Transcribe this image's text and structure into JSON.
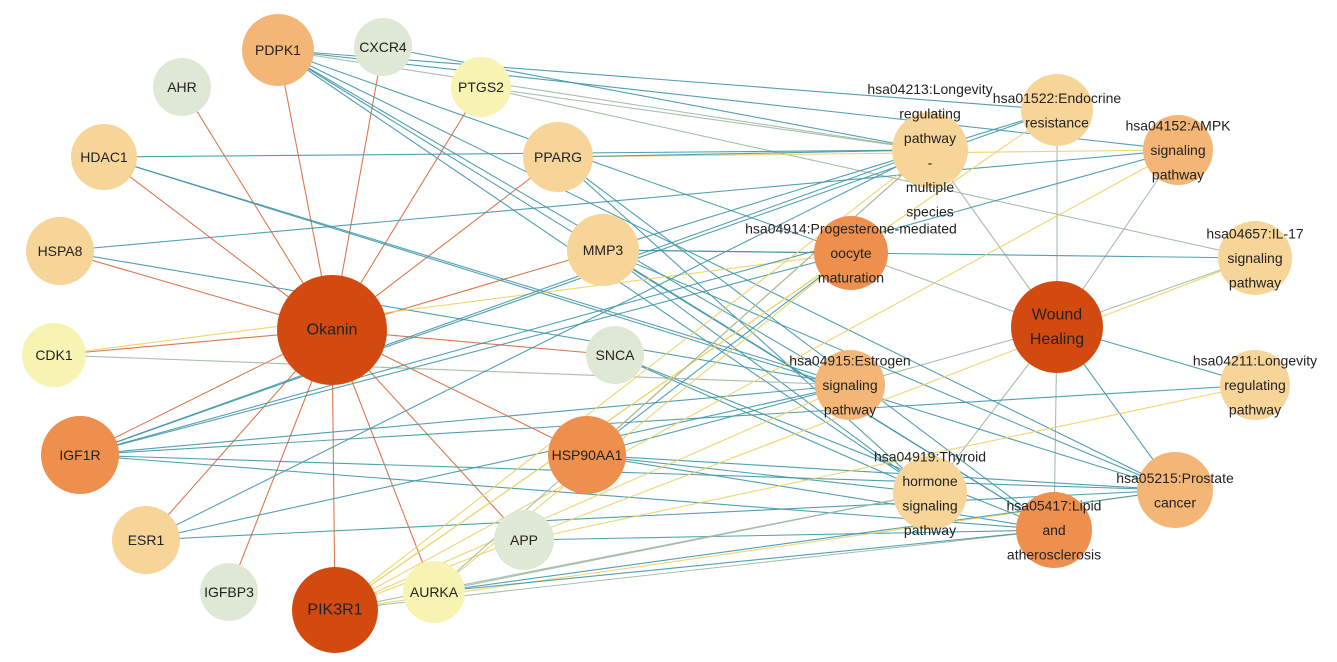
{
  "palette": {
    "hub": "#d24a10",
    "strong": "#ee8f4e",
    "medium": "#f4b677",
    "soft": "#f7d498",
    "yellow": "#f7f3b2",
    "mint": "#dfe8d4",
    "edge_red": "#d9683b",
    "edge_teal": "#3e96a8",
    "edge_gray": "#9db7a0",
    "edge_yellow": "#ecd060"
  },
  "nodes": [
    {
      "id": "okanin",
      "label": [
        "Okanin"
      ],
      "tone": "hub"
    },
    {
      "id": "wound",
      "label": [
        "Wound",
        "Healing"
      ],
      "tone": "hub"
    },
    {
      "id": "pdpk1",
      "label": [
        "PDPK1"
      ],
      "tone": "medium"
    },
    {
      "id": "cxcr4",
      "label": [
        "CXCR4"
      ],
      "tone": "mint"
    },
    {
      "id": "ahr",
      "label": [
        "AHR"
      ],
      "tone": "mint"
    },
    {
      "id": "ptgs2",
      "label": [
        "PTGS2"
      ],
      "tone": "yellow"
    },
    {
      "id": "hdac1",
      "label": [
        "HDAC1"
      ],
      "tone": "soft"
    },
    {
      "id": "pparg",
      "label": [
        "PPARG"
      ],
      "tone": "soft"
    },
    {
      "id": "hspa8",
      "label": [
        "HSPA8"
      ],
      "tone": "soft"
    },
    {
      "id": "mmp3",
      "label": [
        "MMP3"
      ],
      "tone": "soft"
    },
    {
      "id": "cdk1",
      "label": [
        "CDK1"
      ],
      "tone": "yellow"
    },
    {
      "id": "snca",
      "label": [
        "SNCA"
      ],
      "tone": "mint"
    },
    {
      "id": "igf1r",
      "label": [
        "IGF1R"
      ],
      "tone": "strong"
    },
    {
      "id": "hsp90aa1",
      "label": [
        "HSP90AA1"
      ],
      "tone": "strong"
    },
    {
      "id": "esr1",
      "label": [
        "ESR1"
      ],
      "tone": "soft"
    },
    {
      "id": "app",
      "label": [
        "APP"
      ],
      "tone": "mint"
    },
    {
      "id": "igfbp3",
      "label": [
        "IGFBP3"
      ],
      "tone": "mint"
    },
    {
      "id": "pik3r1",
      "label": [
        "PIK3R1"
      ],
      "tone": "hub"
    },
    {
      "id": "aurka",
      "label": [
        "AURKA"
      ],
      "tone": "yellow"
    },
    {
      "id": "p04213",
      "label": [
        "hsa04213:Longevity",
        "regulating",
        "pathway",
        "-",
        "multiple",
        "species"
      ],
      "tone": "soft"
    },
    {
      "id": "p01522",
      "label": [
        "hsa01522:Endocrine",
        "resistance"
      ],
      "tone": "soft"
    },
    {
      "id": "p04152",
      "label": [
        "hsa04152:AMPK",
        "signaling",
        "pathway"
      ],
      "tone": "medium"
    },
    {
      "id": "p04914",
      "label": [
        "hsa04914:Progesterone-mediated",
        "oocyte",
        "maturation"
      ],
      "tone": "strong"
    },
    {
      "id": "p04657",
      "label": [
        "hsa04657:IL-17",
        "signaling",
        "pathway"
      ],
      "tone": "soft"
    },
    {
      "id": "p04915",
      "label": [
        "hsa04915:Estrogen",
        "signaling",
        "pathway"
      ],
      "tone": "medium"
    },
    {
      "id": "p04211",
      "label": [
        "hsa04211:Longevity",
        "regulating",
        "pathway"
      ],
      "tone": "soft"
    },
    {
      "id": "p04919",
      "label": [
        "hsa04919:Thyroid",
        "hormone",
        "signaling",
        "pathway"
      ],
      "tone": "soft"
    },
    {
      "id": "p05215",
      "label": [
        "hsa05215:Prostate",
        "cancer"
      ],
      "tone": "medium"
    },
    {
      "id": "p05417",
      "label": [
        "hsa05417:Lipid",
        "and",
        "atherosclerosis"
      ],
      "tone": "strong"
    }
  ],
  "edges": [
    [
      "okanin",
      "pdpk1",
      "red"
    ],
    [
      "okanin",
      "cxcr4",
      "red"
    ],
    [
      "okanin",
      "ahr",
      "red"
    ],
    [
      "okanin",
      "ptgs2",
      "red"
    ],
    [
      "okanin",
      "hdac1",
      "red"
    ],
    [
      "okanin",
      "pparg",
      "red"
    ],
    [
      "okanin",
      "hspa8",
      "red"
    ],
    [
      "okanin",
      "mmp3",
      "red"
    ],
    [
      "okanin",
      "cdk1",
      "red"
    ],
    [
      "okanin",
      "snca",
      "red"
    ],
    [
      "okanin",
      "igf1r",
      "red"
    ],
    [
      "okanin",
      "hsp90aa1",
      "red"
    ],
    [
      "okanin",
      "esr1",
      "red"
    ],
    [
      "okanin",
      "app",
      "red"
    ],
    [
      "okanin",
      "igfbp3",
      "red"
    ],
    [
      "okanin",
      "pik3r1",
      "red"
    ],
    [
      "okanin",
      "aurka",
      "red"
    ],
    [
      "wound",
      "p04213",
      "gray"
    ],
    [
      "wound",
      "p01522",
      "gray"
    ],
    [
      "wound",
      "p04152",
      "gray"
    ],
    [
      "wound",
      "p04914",
      "gray"
    ],
    [
      "wound",
      "p04657",
      "gray"
    ],
    [
      "wound",
      "p04915",
      "gray"
    ],
    [
      "wound",
      "p04211",
      "teal"
    ],
    [
      "wound",
      "p04919",
      "gray"
    ],
    [
      "wound",
      "p05215",
      "teal"
    ],
    [
      "wound",
      "p05417",
      "gray"
    ],
    [
      "pdpk1",
      "p01522",
      "teal"
    ],
    [
      "pdpk1",
      "p04152",
      "teal"
    ],
    [
      "pdpk1",
      "p04914",
      "teal"
    ],
    [
      "pdpk1",
      "p04213",
      "gray"
    ],
    [
      "pdpk1",
      "p04915",
      "teal"
    ],
    [
      "pdpk1",
      "p04919",
      "teal"
    ],
    [
      "pdpk1",
      "p05417",
      "teal"
    ],
    [
      "pdpk1",
      "p05215",
      "teal"
    ],
    [
      "cxcr4",
      "p04213",
      "teal"
    ],
    [
      "ptgs2",
      "p04657",
      "gray"
    ],
    [
      "ptgs2",
      "p04213",
      "gray"
    ],
    [
      "hdac1",
      "p04213",
      "teal"
    ],
    [
      "hdac1",
      "p04915",
      "teal"
    ],
    [
      "hdac1",
      "p05215",
      "teal"
    ],
    [
      "pparg",
      "p04152",
      "yellow"
    ],
    [
      "pparg",
      "p04213",
      "teal"
    ],
    [
      "pparg",
      "p05417",
      "teal"
    ],
    [
      "pparg",
      "p04919",
      "teal"
    ],
    [
      "hspa8",
      "p04152",
      "teal"
    ],
    [
      "hspa8",
      "p04915",
      "teal"
    ],
    [
      "mmp3",
      "p04657",
      "teal"
    ],
    [
      "mmp3",
      "p04914",
      "teal"
    ],
    [
      "mmp3",
      "p05417",
      "teal"
    ],
    [
      "mmp3",
      "p04919",
      "teal"
    ],
    [
      "mmp3",
      "p05215",
      "teal"
    ],
    [
      "mmp3",
      "p01522",
      "teal"
    ],
    [
      "cdk1",
      "p04914",
      "yellow"
    ],
    [
      "cdk1",
      "p04915",
      "gray"
    ],
    [
      "snca",
      "p04919",
      "teal"
    ],
    [
      "snca",
      "p05417",
      "teal"
    ],
    [
      "igf1r",
      "p04213",
      "teal"
    ],
    [
      "igf1r",
      "p04152",
      "teal"
    ],
    [
      "igf1r",
      "p04914",
      "teal"
    ],
    [
      "igf1r",
      "p04915",
      "teal"
    ],
    [
      "igf1r",
      "p04211",
      "teal"
    ],
    [
      "igf1r",
      "p01522",
      "teal"
    ],
    [
      "igf1r",
      "p05215",
      "teal"
    ],
    [
      "igf1r",
      "p05417",
      "teal"
    ],
    [
      "hsp90aa1",
      "p04914",
      "teal"
    ],
    [
      "hsp90aa1",
      "p04915",
      "teal"
    ],
    [
      "hsp90aa1",
      "p05215",
      "teal"
    ],
    [
      "hsp90aa1",
      "p04919",
      "teal"
    ],
    [
      "hsp90aa1",
      "p05417",
      "teal"
    ],
    [
      "hsp90aa1",
      "p04213",
      "yellow"
    ],
    [
      "esr1",
      "p04915",
      "teal"
    ],
    [
      "esr1",
      "p05215",
      "teal"
    ],
    [
      "esr1",
      "p04213",
      "teal"
    ],
    [
      "app",
      "p05417",
      "teal"
    ],
    [
      "app",
      "p04211",
      "yellow"
    ],
    [
      "pik3r1",
      "p04213",
      "yellow"
    ],
    [
      "pik3r1",
      "p04914",
      "yellow"
    ],
    [
      "pik3r1",
      "p04915",
      "yellow"
    ],
    [
      "pik3r1",
      "p04919",
      "gray"
    ],
    [
      "pik3r1",
      "p05215",
      "yellow"
    ],
    [
      "pik3r1",
      "p05417",
      "gray"
    ],
    [
      "pik3r1",
      "p04152",
      "yellow"
    ],
    [
      "pik3r1",
      "p04657",
      "yellow"
    ],
    [
      "pik3r1",
      "p01522",
      "yellow"
    ],
    [
      "aurka",
      "p04914",
      "yellow"
    ],
    [
      "aurka",
      "p05417",
      "teal"
    ],
    [
      "aurka",
      "p04919",
      "gray"
    ],
    [
      "aurka",
      "p05215",
      "teal"
    ],
    [
      "aurka",
      "p04213",
      "gray"
    ]
  ]
}
